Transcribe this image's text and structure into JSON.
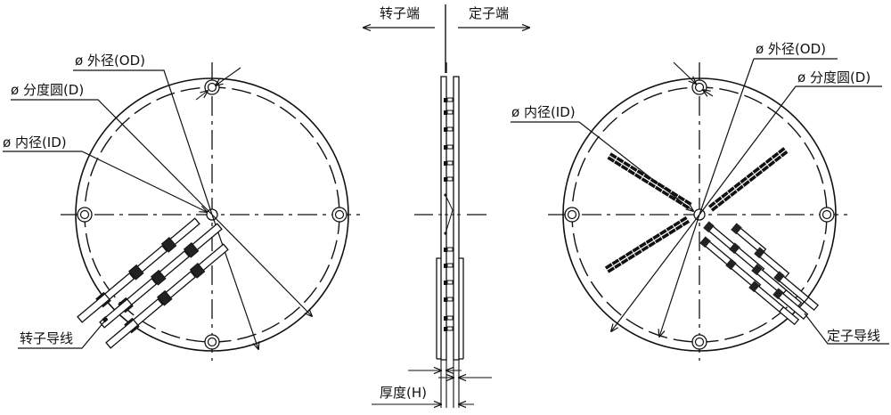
{
  "diagram": {
    "title": "Slip ring rotor / stator disc drawing",
    "direction": {
      "rotor_side": "转子端",
      "stator_side": "定子端"
    },
    "left_view": {
      "name": "rotor-face",
      "labels": {
        "od": "ø 外径(OD)",
        "pcd": "ø 分度圆(D)",
        "id": "ø 内径(ID)",
        "leads": "转子导线"
      }
    },
    "side_view": {
      "name": "section",
      "labels": {
        "thickness": "厚度(H)"
      }
    },
    "right_view": {
      "name": "stator-face",
      "labels": {
        "od": "ø  外径(OD)",
        "pcd": "ø 分度圆(D)",
        "id": "ø 内径(ID)",
        "leads": "定子导线"
      }
    },
    "colors": {
      "line": "#111111",
      "background": "#ffffff"
    }
  }
}
